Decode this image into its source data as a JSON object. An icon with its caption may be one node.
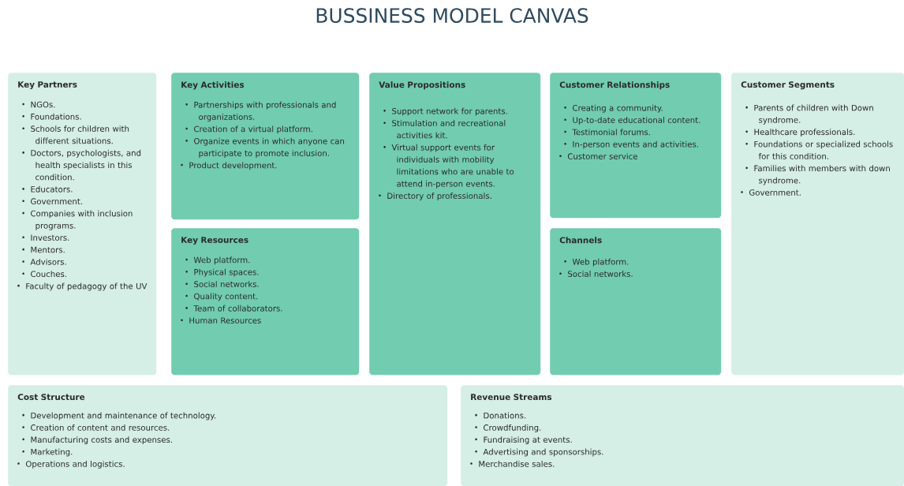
{
  "diagram": {
    "title": "BUSSINESS MODEL CANVAS",
    "nodes": [
      {
        "text": [
          "Key Partners",
          "NGOs.",
          "Foundations.",
          "Schools for children with different situations.",
          "Doctors, psychologists, and health specialists in this condition.",
          "Educators.",
          "Government.",
          "Companies with inclusion programs.",
          "Investors.",
          "Mentors.",
          "Advisors.",
          "Couches.",
          "Faculty of pedagogy of the UV"
        ]
      },
      {
        "text": [
          "Key Activities",
          "Partnerships with professionals and organizations.",
          "Creation of a virtual platform.",
          "Organize events in which anyone can participate to promote inclusion.",
          "Product development."
        ]
      },
      {
        "text": [
          "Key Resources",
          "Web platform.",
          "Physical spaces.",
          "Social networks.",
          "Quality content.",
          "Team of collaborators.",
          "Human Resources"
        ]
      },
      {
        "text": [
          "Value Propositions",
          "Support network for parents.",
          "Stimulation and recreational activities kit.",
          "Virtual support events for individuals with mobility limitations who are unable to attend in-person events.",
          "Directory of professionals."
        ]
      },
      {
        "text": [
          "Customer Relationships",
          "Creating a community.",
          "Up-to-date educational content.",
          "Testimonial forums.",
          "In-person events and activities.",
          "Customer service"
        ]
      },
      {
        "text": [
          "Channels",
          "Web platform.",
          "Social networks."
        ]
      },
      {
        "text": [
          "Customer Segments",
          "Parents of children with Down syndrome.",
          "Healthcare professionals.",
          "Foundations or specialized schools for this condition.",
          "Families with members with down syndrome.",
          "Government."
        ]
      },
      {
        "text": [
          "Cost Structure",
          "Development and maintenance of technology.",
          "Creation of content and resources.",
          "Manufacturing costs and expenses.",
          "Marketing.",
          "Operations and logistics."
        ]
      },
      {
        "text": [
          "Revenue Streams",
          "Donations.",
          "Crowdfunding.",
          "Fundraising at events.",
          "Advertising and sponsorships.",
          "Merchandise sales."
        ]
      }
    ]
  }
}
